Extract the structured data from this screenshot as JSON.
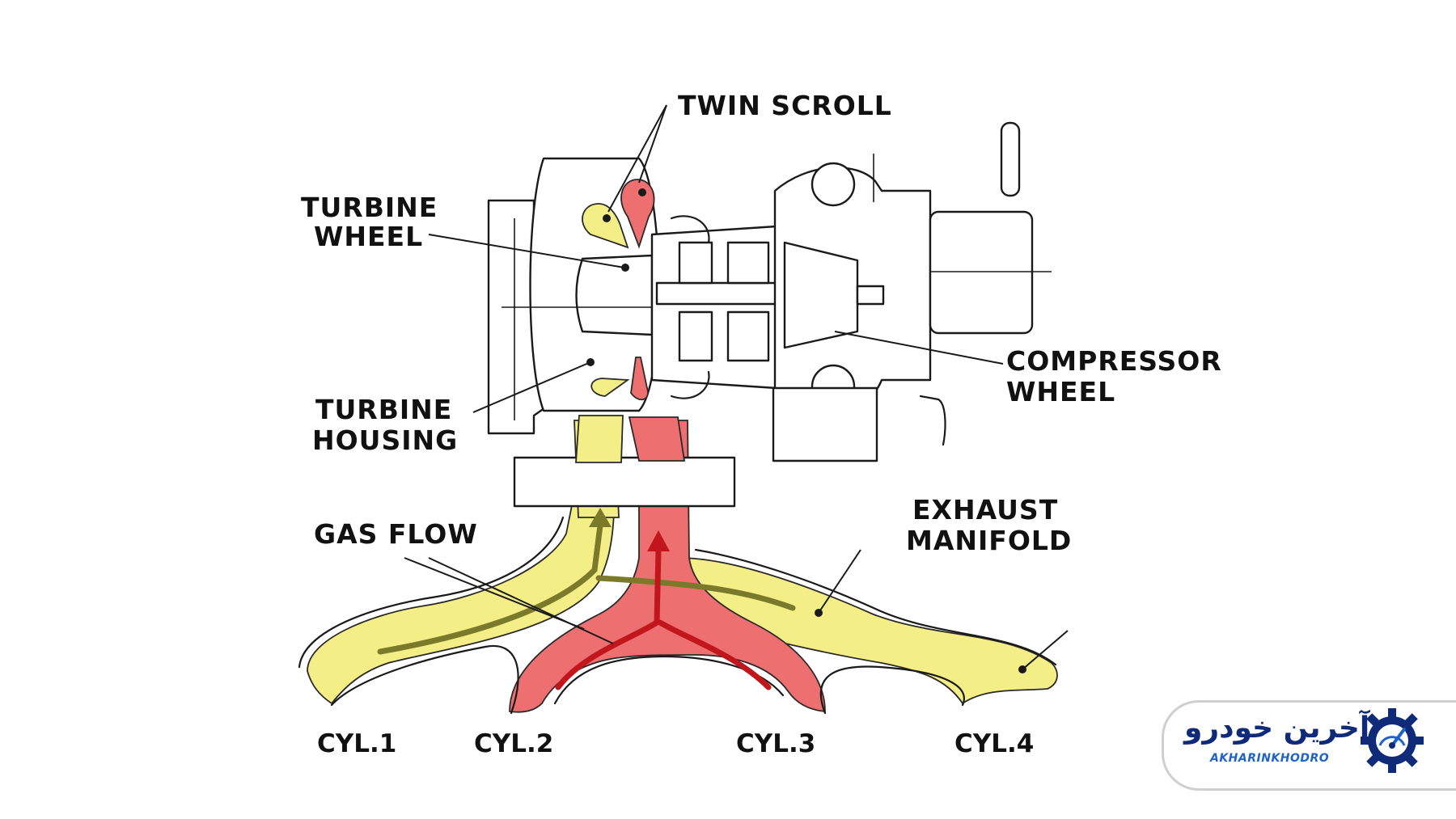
{
  "labels": {
    "twin_scroll": "TWIN SCROLL",
    "turbine_wheel_1": "TURBINE",
    "turbine_wheel_2": "WHEEL",
    "turbine_housing_1": "TURBINE",
    "turbine_housing_2": "HOUSING",
    "compressor_wheel_1": "COMPRESSOR",
    "compressor_wheel_2": "WHEEL",
    "gas_flow": "GAS FLOW",
    "exhaust_manifold_1": "EXHAUST",
    "exhaust_manifold_2": "MANIFOLD"
  },
  "cylinders": [
    "CYL.1",
    "CYL.2",
    "CYL.3",
    "CYL.4"
  ],
  "colors": {
    "cool_scroll": "#f3ef86",
    "hot_scroll": "#ee6f6f",
    "cool_arrow": "#7a7a2a",
    "hot_arrow": "#c0161c",
    "line": "#1a1a1a",
    "logo_dark": "#0e2a78",
    "logo_light": "#1e63c9"
  },
  "logo": {
    "persian_name": "آخرین خودرو",
    "latin_name": "AKHARINKHODRO",
    "icon": "gear-speedometer-icon"
  }
}
